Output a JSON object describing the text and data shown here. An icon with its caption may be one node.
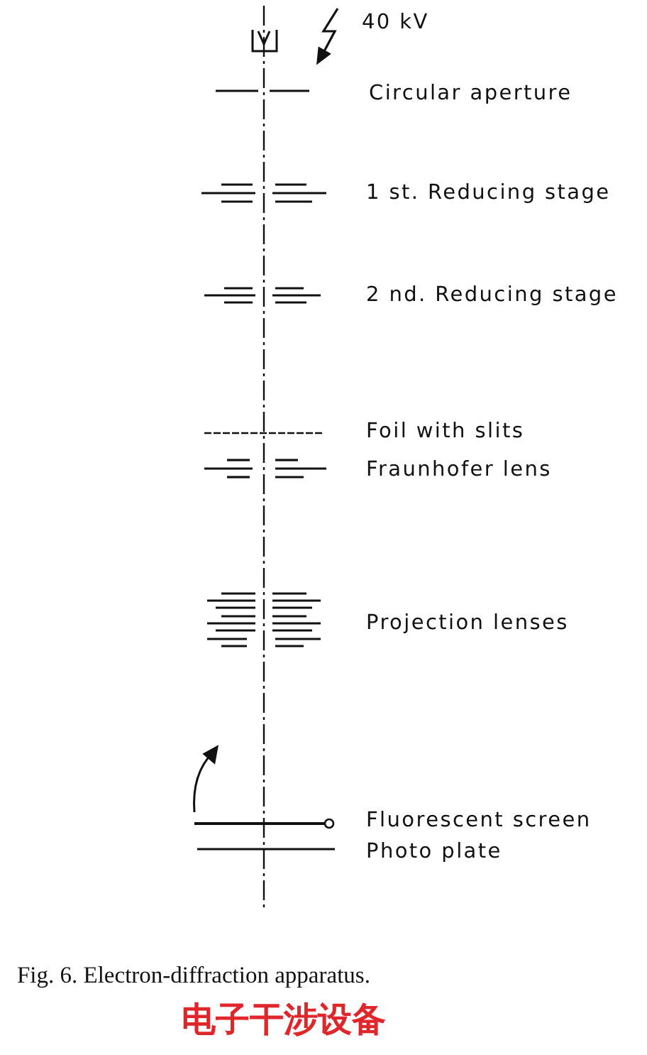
{
  "diagram": {
    "caption": "Fig. 6. Electron-diffraction apparatus.",
    "labels": [
      "40 kV",
      "Circular aperture",
      "1 st. Reducing stage",
      "2 nd. Reducing stage",
      "Foil with slits",
      "Fraunhofer lens",
      "Projection lenses",
      "Fluorescent screen",
      "Photo plate",
      "电子干涉设备"
    ]
  }
}
